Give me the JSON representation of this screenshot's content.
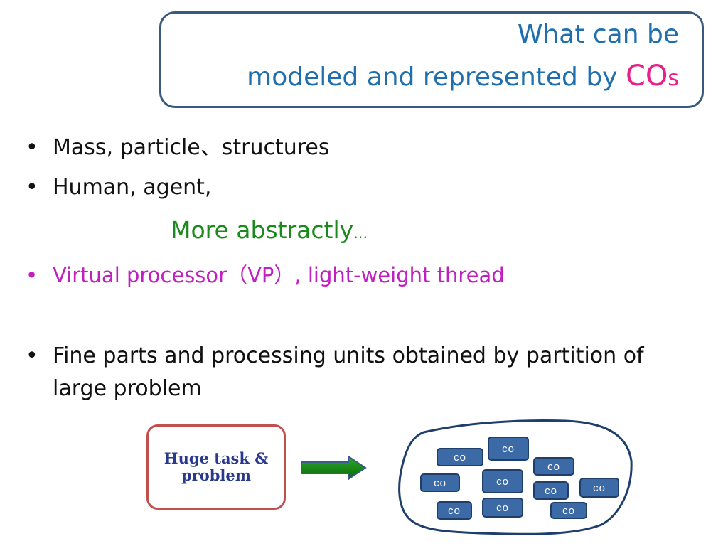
{
  "title": {
    "line1": "What can be",
    "line2_prefix": "modeled and represented by ",
    "line2_accent": "CO",
    "line2_suffix": "s"
  },
  "bullets": {
    "bullet_char": "•",
    "item1": "Mass, particle、structures",
    "item2": "Human, agent,",
    "abstract_main": "More abstractly",
    "abstract_ellipsis": "…",
    "item3": "Virtual processor（VP）, light-weight thread",
    "item4_line1": "Fine parts and processing units obtained by partition of",
    "item4_line2": "large problem"
  },
  "diagram": {
    "task_box_text": "Huge task &\nproblem",
    "co_label": "co",
    "colors": {
      "task_border": "#c0504d",
      "arrow_fill": "#1a8a1a",
      "co_fill": "#3b6aa6",
      "cloud_stroke": "#1e3f6b"
    }
  }
}
